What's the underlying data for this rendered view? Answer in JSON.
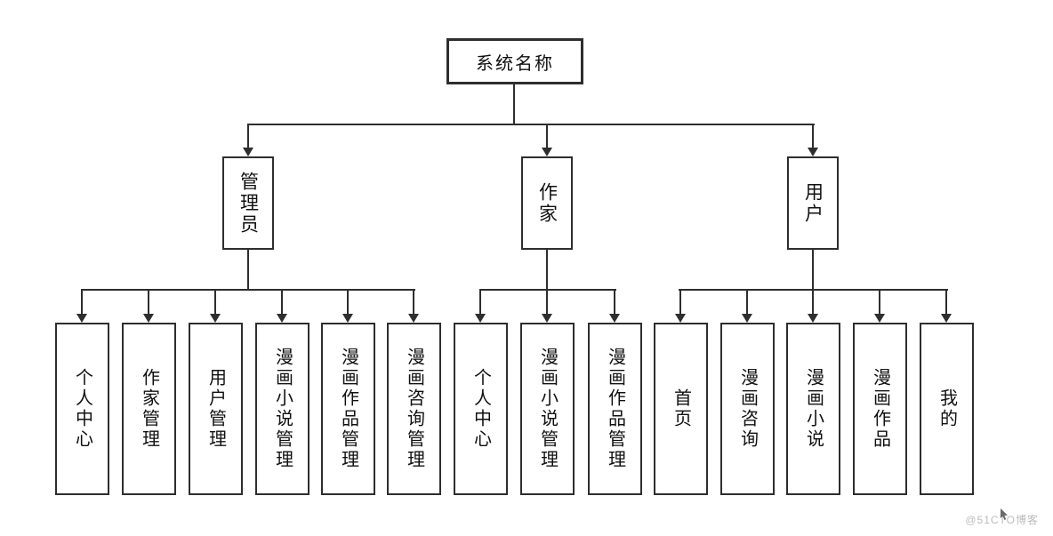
{
  "diagram": {
    "root": {
      "label": "系统名称"
    },
    "branches": [
      {
        "label": "管理员",
        "children": [
          "个人中心",
          "作家管理",
          "用户管理",
          "漫画小说管理",
          "漫画作品管理",
          "漫画咨询管理"
        ]
      },
      {
        "label": "作家",
        "children": [
          "个人中心",
          "漫画小说管理",
          "漫画作品管理"
        ]
      },
      {
        "label": "用户",
        "children": [
          "首页",
          "漫画咨询",
          "漫画小说",
          "漫画作品",
          "我的"
        ]
      }
    ]
  },
  "watermark": {
    "text": "@51CTO博客"
  },
  "colors": {
    "line": "#2e2e2e",
    "text": "#111111",
    "background": "#ffffff",
    "watermark": "#bcbcbc"
  }
}
